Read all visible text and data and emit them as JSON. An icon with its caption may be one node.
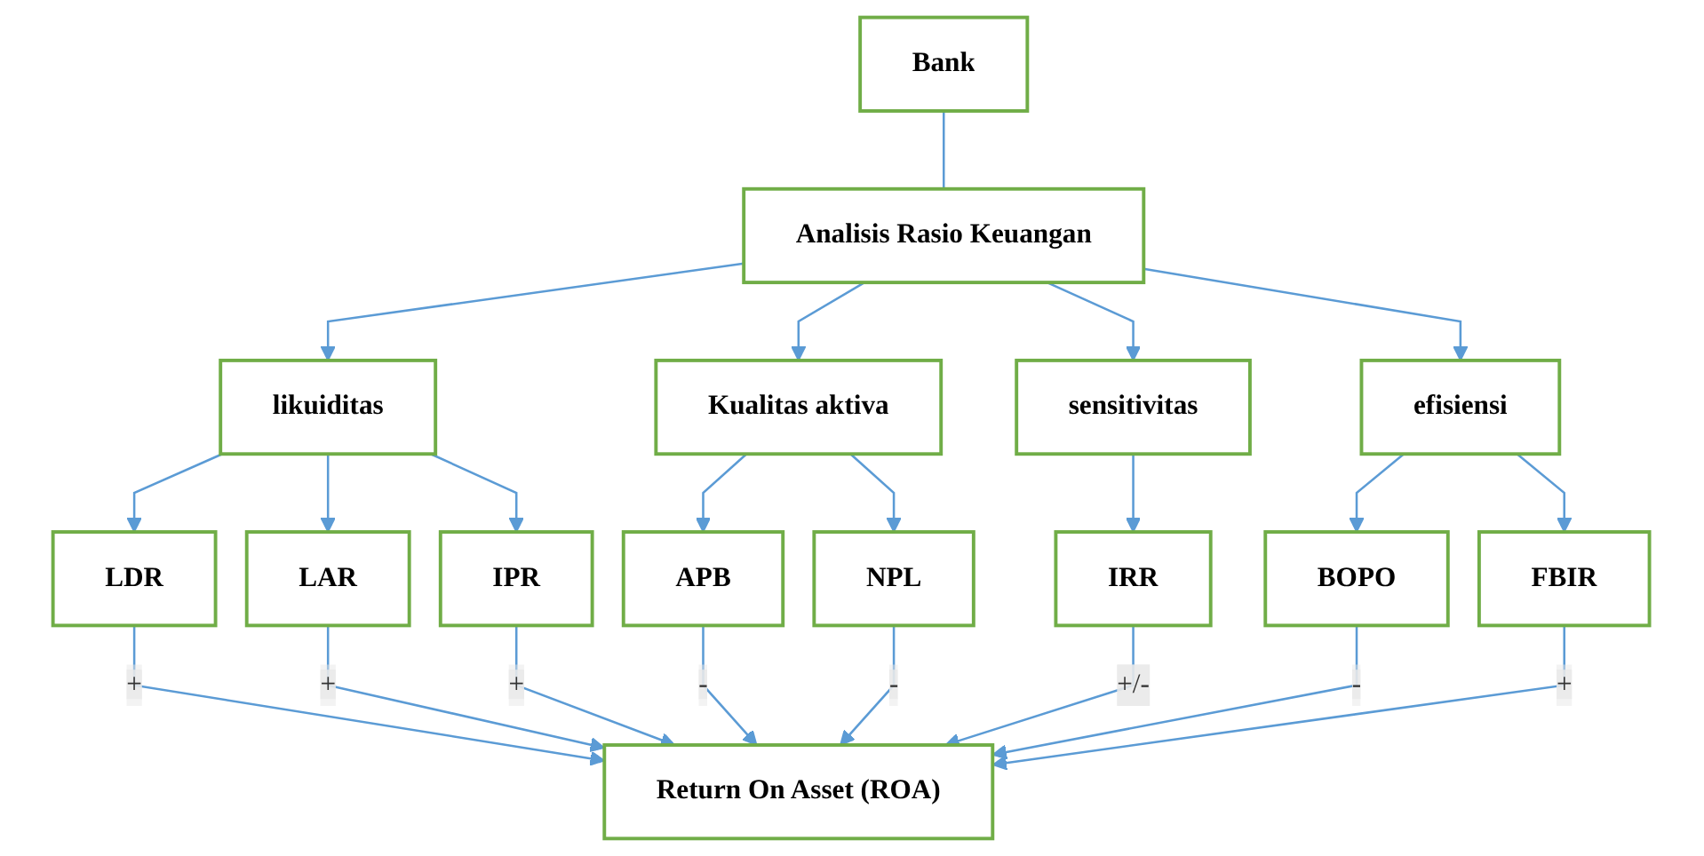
{
  "diagram": {
    "nodes": [
      {
        "text": [
          "Bank"
        ]
      },
      {
        "text": [
          "Analisis Rasio Keuangan"
        ]
      },
      {
        "text": [
          "likuiditas"
        ]
      },
      {
        "text": [
          "Kualitas aktiva"
        ]
      },
      {
        "text": [
          "sensitivitas"
        ]
      },
      {
        "text": [
          "efisiensi"
        ]
      },
      {
        "text": [
          "LDR"
        ]
      },
      {
        "text": [
          "LAR"
        ]
      },
      {
        "text": [
          "IPR"
        ]
      },
      {
        "text": [
          "APB"
        ]
      },
      {
        "text": [
          "NPL"
        ]
      },
      {
        "text": [
          "IRR"
        ]
      },
      {
        "text": [
          "BOPO"
        ]
      },
      {
        "text": [
          "FBIR"
        ]
      },
      {
        "text": [
          "Return On Asset (ROA)"
        ]
      }
    ],
    "edges": [
      {
        "from": 0,
        "to": 1,
        "arrow": "none"
      },
      {
        "from": 1,
        "to": 2,
        "arrow": "to"
      },
      {
        "from": 1,
        "to": 3,
        "arrow": "to"
      },
      {
        "from": 1,
        "to": 4,
        "arrow": "to"
      },
      {
        "from": 1,
        "to": 5,
        "arrow": "to"
      },
      {
        "from": 2,
        "to": 6,
        "arrow": "to"
      },
      {
        "from": 2,
        "to": 7,
        "arrow": "to"
      },
      {
        "from": 2,
        "to": 8,
        "arrow": "to"
      },
      {
        "from": 3,
        "to": 9,
        "arrow": "to"
      },
      {
        "from": 3,
        "to": 10,
        "arrow": "to"
      },
      {
        "from": 4,
        "to": 11,
        "arrow": "to"
      },
      {
        "from": 5,
        "to": 12,
        "arrow": "to"
      },
      {
        "from": 5,
        "to": 13,
        "arrow": "to"
      },
      {
        "from": 6,
        "to": 14,
        "arrow": "to",
        "label": "+"
      },
      {
        "from": 7,
        "to": 14,
        "arrow": "to",
        "label": "+"
      },
      {
        "from": 8,
        "to": 14,
        "arrow": "to",
        "label": "+"
      },
      {
        "from": 9,
        "to": 14,
        "arrow": "to",
        "label": "-"
      },
      {
        "from": 10,
        "to": 14,
        "arrow": "to",
        "label": "-"
      },
      {
        "from": 11,
        "to": 14,
        "arrow": "to",
        "label": "+/-"
      },
      {
        "from": 12,
        "to": 14,
        "arrow": "to",
        "label": "-"
      },
      {
        "from": 13,
        "to": 14,
        "arrow": "to",
        "label": "+"
      }
    ]
  }
}
